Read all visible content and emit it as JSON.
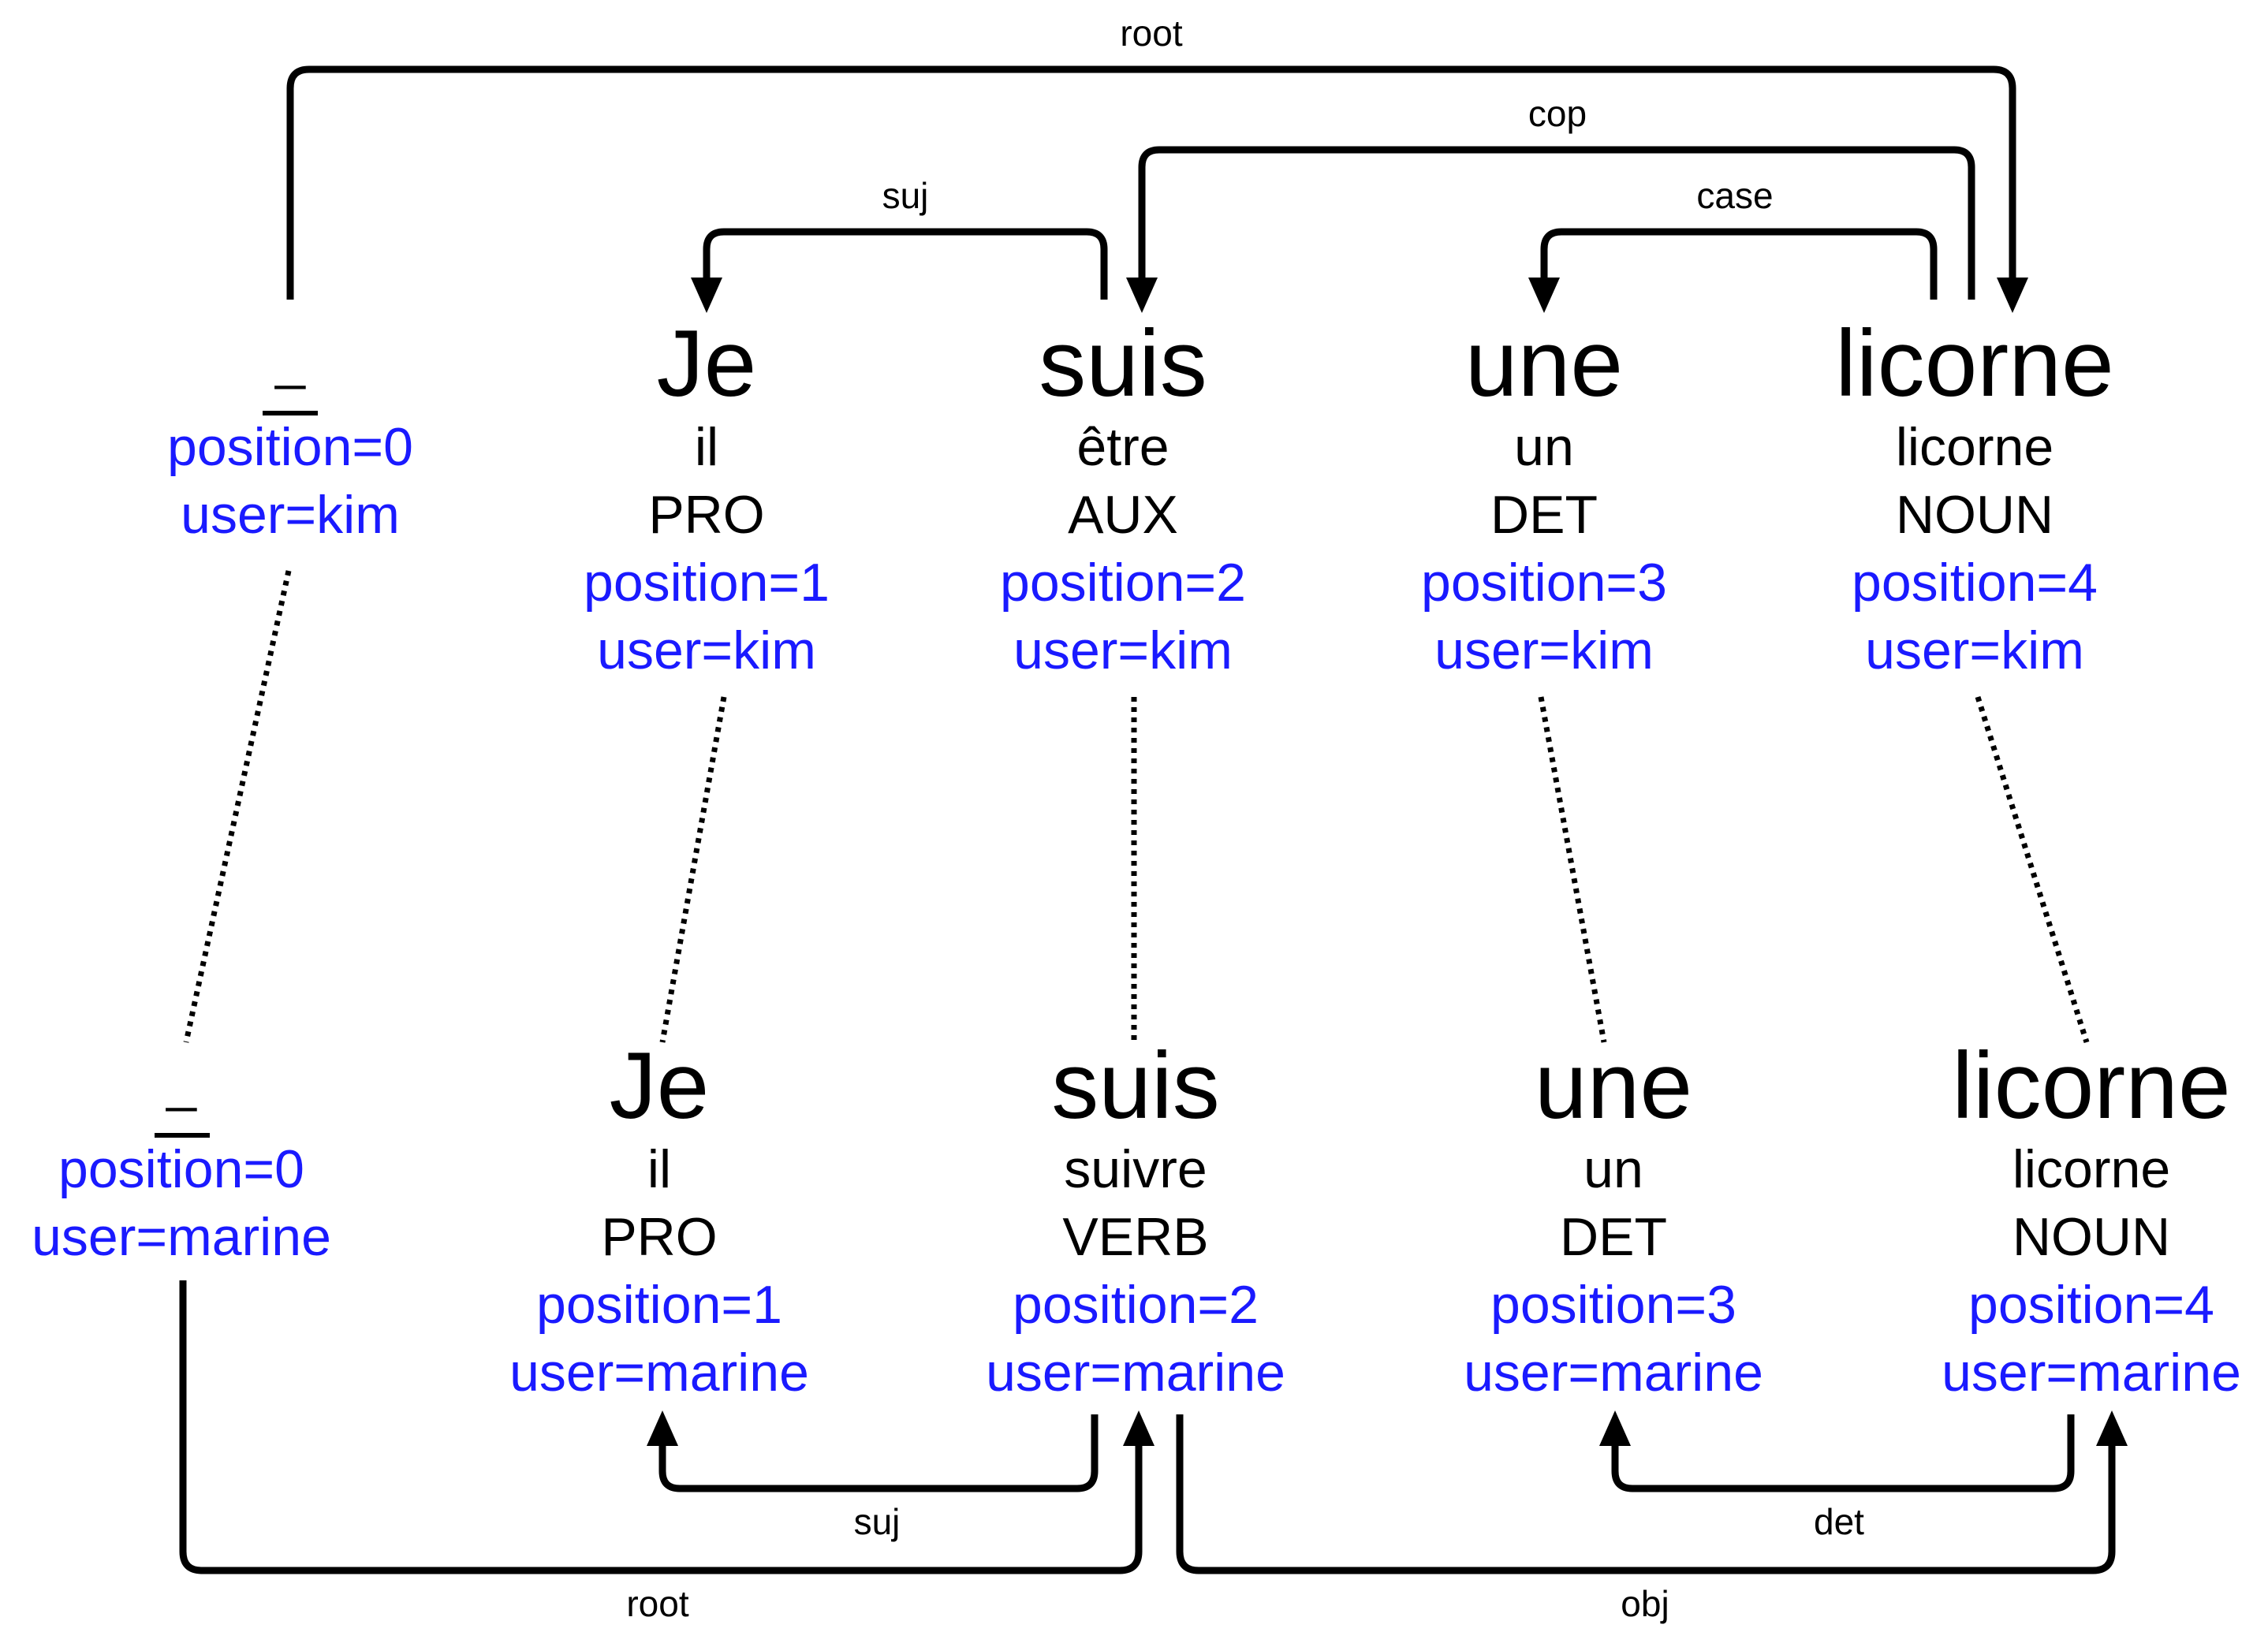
{
  "sentences": [
    {
      "root_node": {
        "form": "_",
        "position": "position=0",
        "user": "user=kim"
      },
      "tokens": [
        {
          "form": "Je",
          "lemma": "il",
          "upos": "PRO",
          "position": "position=1",
          "user": "user=kim"
        },
        {
          "form": "suis",
          "lemma": "être",
          "upos": "AUX",
          "position": "position=2",
          "user": "user=kim"
        },
        {
          "form": "une",
          "lemma": "un",
          "upos": "DET",
          "position": "position=3",
          "user": "user=kim"
        },
        {
          "form": "licorne",
          "lemma": "licorne",
          "upos": "NOUN",
          "position": "position=4",
          "user": "user=kim"
        }
      ],
      "relations": [
        {
          "label": "root",
          "head": 0,
          "dependent": 4
        },
        {
          "label": "cop",
          "head": 4,
          "dependent": 2
        },
        {
          "label": "suj",
          "head": 2,
          "dependent": 1
        },
        {
          "label": "case",
          "head": 4,
          "dependent": 3
        }
      ]
    },
    {
      "root_node": {
        "form": "_",
        "position": "position=0",
        "user": "user=marine"
      },
      "tokens": [
        {
          "form": "Je",
          "lemma": "il",
          "upos": "PRO",
          "position": "position=1",
          "user": "user=marine"
        },
        {
          "form": "suis",
          "lemma": "suivre",
          "upos": "VERB",
          "position": "position=2",
          "user": "user=marine"
        },
        {
          "form": "une",
          "lemma": "un",
          "upos": "DET",
          "position": "position=3",
          "user": "user=marine"
        },
        {
          "form": "licorne",
          "lemma": "licorne",
          "upos": "NOUN",
          "position": "position=4",
          "user": "user=marine"
        }
      ],
      "relations": [
        {
          "label": "suj",
          "head": 2,
          "dependent": 1
        },
        {
          "label": "root",
          "head": 0,
          "dependent": 2
        },
        {
          "label": "det",
          "head": 4,
          "dependent": 3
        },
        {
          "label": "obj",
          "head": 2,
          "dependent": 4
        }
      ]
    }
  ],
  "alignments": [
    [
      0,
      0
    ],
    [
      1,
      1
    ],
    [
      2,
      2
    ],
    [
      3,
      3
    ],
    [
      4,
      4
    ]
  ]
}
